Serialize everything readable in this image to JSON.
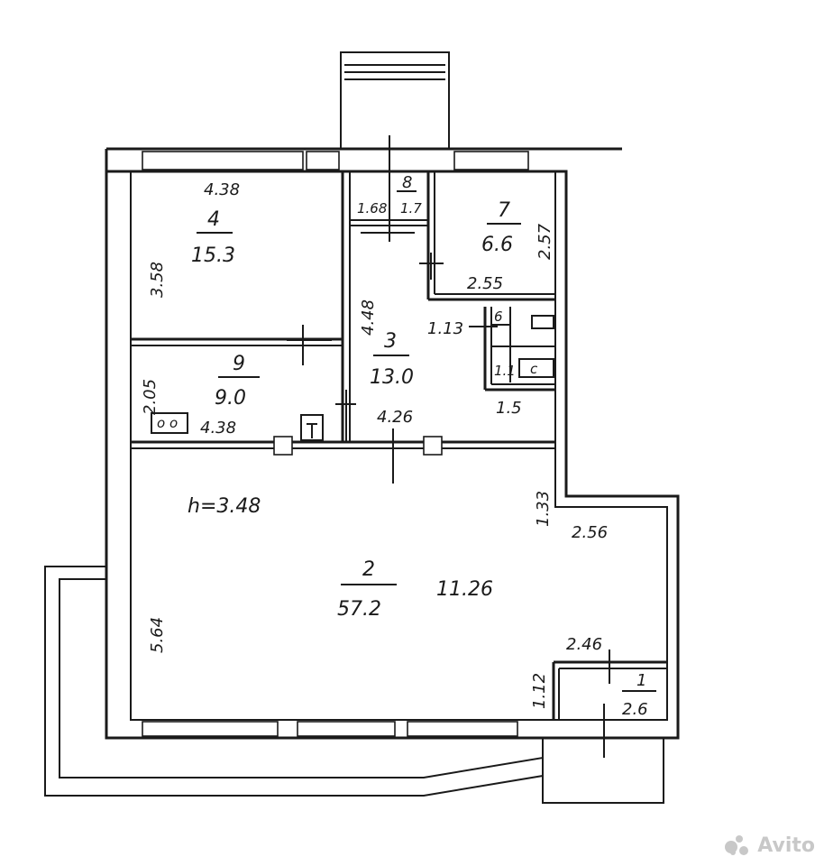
{
  "rooms": [
    {
      "id": "1",
      "number": "1",
      "area": "2.6"
    },
    {
      "id": "2",
      "number": "2",
      "area": "57.2"
    },
    {
      "id": "3",
      "number": "3",
      "area": "13.0"
    },
    {
      "id": "4",
      "number": "4",
      "area": "15.3"
    },
    {
      "id": "6",
      "number": "6",
      "area": "1.1"
    },
    {
      "id": "7",
      "number": "7",
      "area": "6.6"
    },
    {
      "id": "8",
      "number": "8",
      "area": ""
    },
    {
      "id": "9",
      "number": "9",
      "area": "9.0"
    }
  ],
  "dimensions": {
    "d_4_38_top": "4.38",
    "d_3_58": "3.58",
    "d_1_68": "1.68",
    "d_1_7": "1.7",
    "d_2_57": "2.57",
    "d_2_55": "2.55",
    "d_4_48": "4.48",
    "d_1_13": "1.13",
    "d_1_1": "1.1",
    "d_2_05": "2.05",
    "d_4_38_bottom": "4.38",
    "d_4_26": "4.26",
    "d_1_5": "1.5",
    "d_1_33": "1.33",
    "d_2_56": "2.56",
    "d_11_26": "11.26",
    "d_5_64": "5.64",
    "d_2_46": "2.46",
    "d_1_12": "1.12"
  },
  "fixtures": {
    "stove_label": "о о",
    "bath_label": "c"
  },
  "ceiling_height": "h=3.48",
  "watermark": {
    "brand": "Avito"
  }
}
